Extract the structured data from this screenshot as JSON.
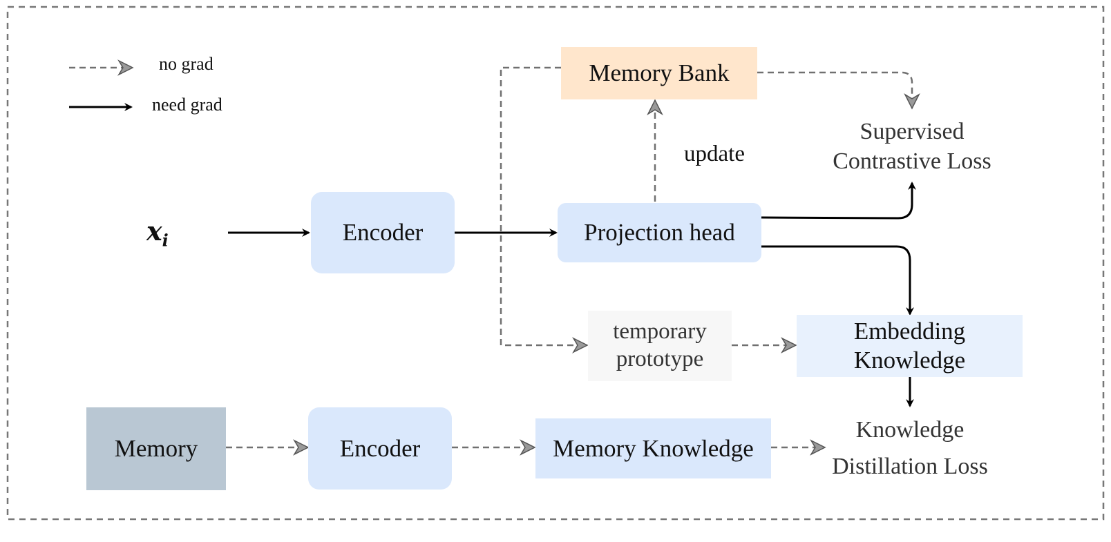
{
  "legend": {
    "no_grad": "no grad",
    "need_grad": "need grad"
  },
  "input": {
    "symbol": "x",
    "subscript": "i"
  },
  "nodes": {
    "encoder_top": "Encoder",
    "projection_head": "Projection head",
    "memory_bank": "Memory Bank",
    "temporary_prototype_line1": "temporary",
    "temporary_prototype_line2": "prototype",
    "embedding_knowledge_line1": "Embedding",
    "embedding_knowledge_line2": "Knowledge",
    "memory": "Memory",
    "encoder_bottom": "Encoder",
    "memory_knowledge": "Memory Knowledge"
  },
  "labels": {
    "update": "update",
    "supervised_line1": "Supervised",
    "supervised_line2": "Contrastive Loss",
    "kd_line1": "Knowledge",
    "kd_line2": "Distillation Loss"
  },
  "colors": {
    "encoder_fill": "#dae8fc",
    "memory_bank_fill": "#ffe6cc",
    "temporary_prototype_fill": "#f7f7f7",
    "embedding_knowledge_fill": "#e8f1fd",
    "memory_fill": "#b9c7d3",
    "memory_knowledge_fill": "#dae8fc",
    "no_grad_line": "#707070",
    "need_grad_line": "#000000",
    "frame_border": "#777777"
  }
}
